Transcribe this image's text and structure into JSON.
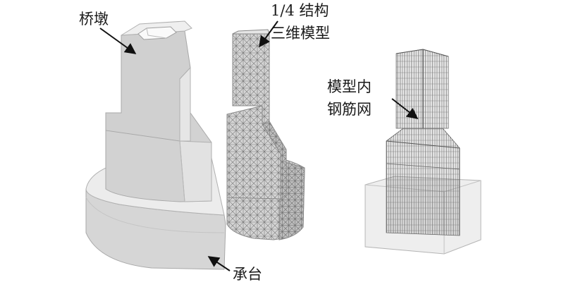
{
  "labels": {
    "pier": "桥墩",
    "quarter_line1": "1/4 结构",
    "quarter_line2": "三维模型",
    "rebar_line1": "模型内",
    "rebar_line2": "钢筋网",
    "cap": "承台"
  },
  "colors": {
    "face_front": "#cfcfcf",
    "face_side": "#dedede",
    "face_top": "#ececec",
    "edge": "#a9a9a9",
    "mesh": "#777777",
    "rebar": "#5a5a5a",
    "arrow": "#111111"
  }
}
